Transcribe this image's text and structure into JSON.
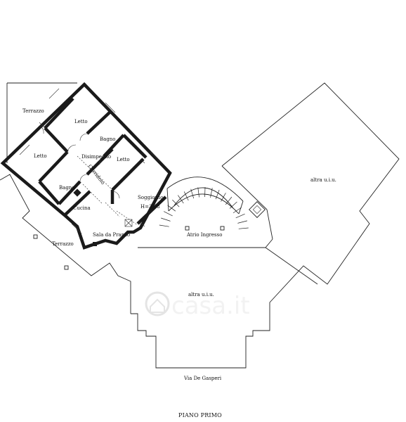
{
  "title": "PIANO PRIMO",
  "street": "Via De Gasperi",
  "watermark": "casa.it",
  "rooms": {
    "terrazzo_top": "Terrazzo",
    "letto_top": "Letto",
    "letto_left": "Letto",
    "bagno_top": "Bagno",
    "disimpegno": "Disimpegno",
    "letto_right": "Letto",
    "corridoio": "Corridoio",
    "bagno_mid": "Bagno",
    "cucina": "Cucina",
    "soggiorno": "Soggiorno",
    "soggiorno_height": "H=3,08",
    "sala_da_pranzo": "Sala da Pranzo",
    "terrazzo_bottom": "Terrazzo",
    "atrio_ingresso": "Atrio Ingresso",
    "altra_uiu_right": "altra u.i.u.",
    "altra_uiu_bottom": "altra u.i.u."
  }
}
